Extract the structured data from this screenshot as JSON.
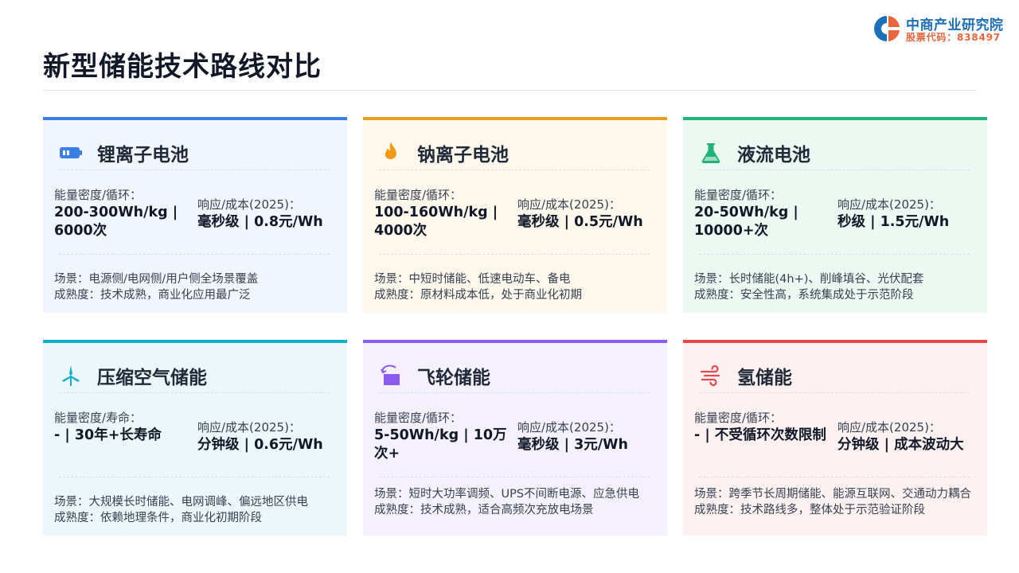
{
  "page": {
    "title": "新型储能技术路线对比"
  },
  "logo": {
    "name": "中商产业研究院",
    "code": "股票代码：838497"
  },
  "cards": [
    {
      "title": "锂离子电池",
      "icon": "battery-icon",
      "accent": "#3b7ee6",
      "bg": "#f1f5fd",
      "left_label": "能量密度/循环：",
      "left_value": "200-300Wh/kg | 6000次",
      "right_label": "响应/成本(2025)：",
      "right_value": "毫秒级 | 0.8元/Wh",
      "scene": "场景：电源侧/电网侧/用户侧全场景覆盖",
      "maturity": "成熟度：技术成熟，商业化应用最广泛"
    },
    {
      "title": "钠离子电池",
      "icon": "flame-icon",
      "accent": "#e5a11b",
      "bg": "#fef8ec",
      "left_label": "能量密度/循环：",
      "left_value": "100-160Wh/kg | 4000次",
      "right_label": "响应/成本(2025)：",
      "right_value": "毫秒级 | 0.5元/Wh",
      "scene": "场景：中短时储能、低速电动车、备电",
      "maturity": "成熟度：原材料成本低，处于商业化初期"
    },
    {
      "title": "液流电池",
      "icon": "flask-icon",
      "accent": "#1fb37a",
      "bg": "#ecf8f2",
      "left_label": "能量密度/循环：",
      "left_value": "20-50Wh/kg | 10000+次",
      "right_label": "响应/成本(2025)：",
      "right_value": "秒级 | 1.5元/Wh",
      "scene": "场景：长时储能(4h+)、削峰填谷、光伏配套",
      "maturity": "成熟度：安全性高，系统集成处于示范阶段"
    },
    {
      "title": "压缩空气储能",
      "icon": "wind-turbine-icon",
      "accent": "#12aecb",
      "bg": "#ebf7fb",
      "left_label": "能量密度/寿命：",
      "left_value": "- | 30年+长寿命",
      "right_label": "响应/成本(2025)：",
      "right_value": "分钟级 | 0.6元/Wh",
      "scene": "场景：大规模长时储能、电网调峰、偏远地区供电",
      "maturity": "成熟度：依赖地理条件，商业化初期阶段"
    },
    {
      "title": "飞轮储能",
      "icon": "flywheel-icon",
      "accent": "#8b5cf0",
      "bg": "#f4f1fd",
      "left_label": "能量密度/循环：",
      "left_value": "5-50Wh/kg | 10万次+",
      "right_label": "响应/成本(2025)：",
      "right_value": "毫秒级 | 3元/Wh",
      "scene": "场景：短时大功率调频、UPS不间断电源、应急供电",
      "maturity": "成熟度：技术成熟，适合高频次充放电场景"
    },
    {
      "title": "氢储能",
      "icon": "hydrogen-wind-icon",
      "accent": "#e5484d",
      "bg": "#fdf1f1",
      "left_label": "能量密度/循环：",
      "left_value": "- | 不受循环次数限制",
      "right_label": "响应/成本(2025)：",
      "right_value": "分钟级 | 成本波动大",
      "scene": "场景：跨季节长周期储能、能源互联网、交通动力耦合",
      "maturity": "成熟度：技术路线多，整体处于示范验证阶段"
    }
  ]
}
